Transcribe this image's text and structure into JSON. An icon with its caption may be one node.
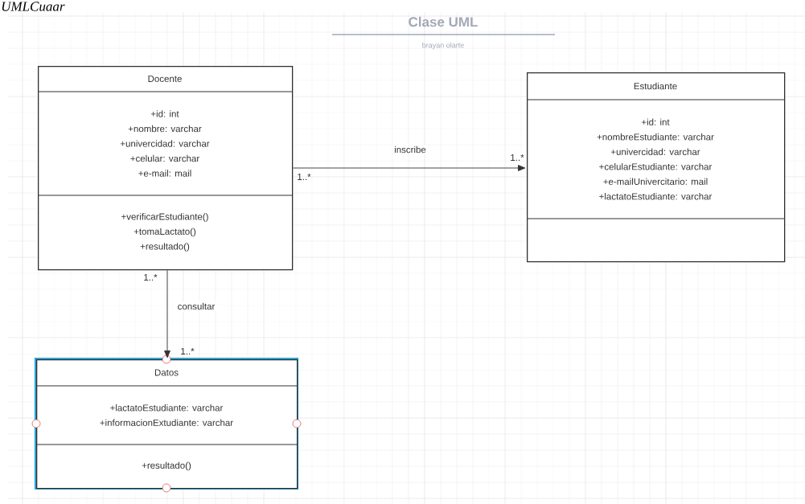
{
  "diagram": {
    "title": "Clase UML",
    "nodes": [
      {
        "text": [
          "Docente",
          "+id: int",
          "+nombre: varchar",
          "+univercidad: varchar",
          "+celular: varchar",
          "+e-mail: mail",
          "+verificarEstudiante()",
          "+tomaLactato()",
          "+resultado()"
        ]
      },
      {
        "text": [
          "Estudiante",
          "+id: int",
          "+nombreEstudiante: varchar",
          "+univercidad: varchar",
          "+celularEstudiante: varchar",
          "+e-mailUnivercitario: mail",
          "+lactatoEstudiante: varchar"
        ]
      },
      {
        "text": [
          "Datos",
          "+lactatoEstudiante: varchar",
          "+informacionExtudiante: varchar",
          "+resultado()"
        ]
      }
    ],
    "edges": [
      {
        "from": 0,
        "to": 1,
        "arrow": "to",
        "label": "inscribe"
      },
      {
        "from": 0,
        "to": 2,
        "arrow": "to",
        "label": "consultar"
      }
    ],
    "labels": [
      "UMLCuaar",
      "brayan olarte",
      "1..*",
      "1..*",
      "1..*",
      "1..*"
    ]
  }
}
